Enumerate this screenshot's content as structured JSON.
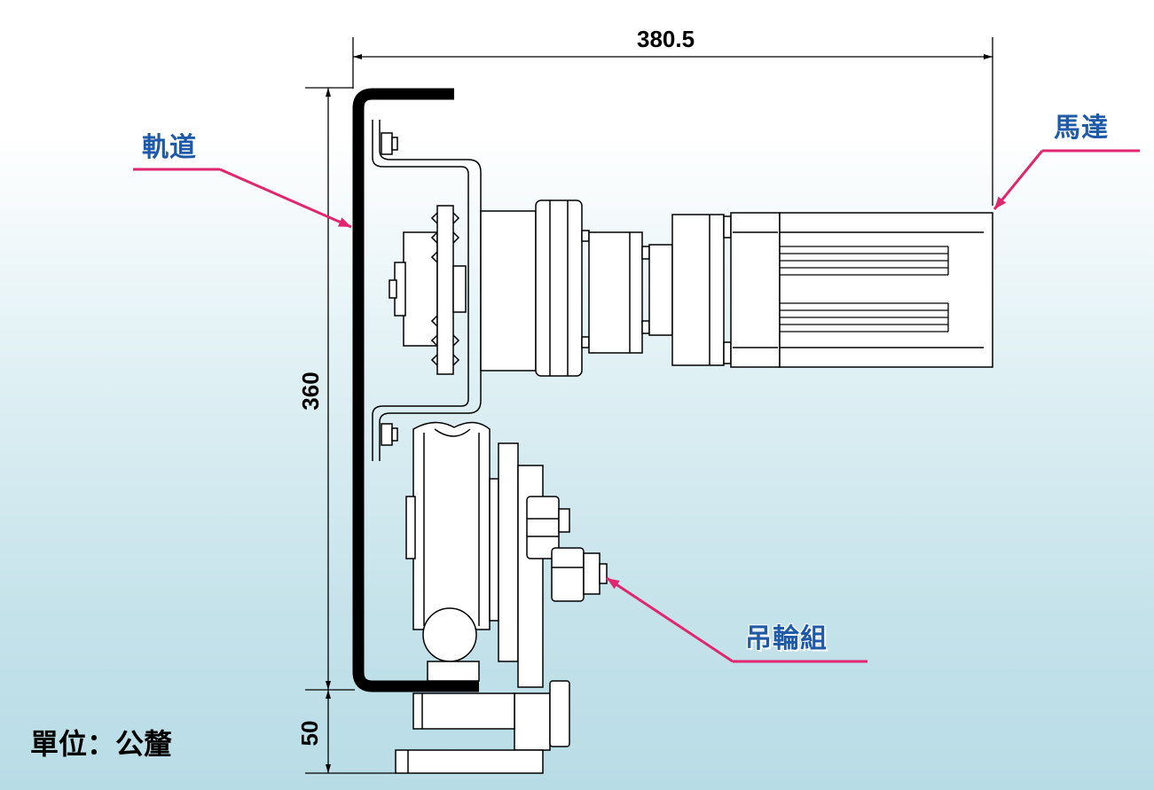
{
  "labels": {
    "rail": "軌道",
    "motor": "馬達",
    "wheel_assembly": "吊輪組"
  },
  "dimensions": {
    "width": "380.5",
    "height": "360",
    "base": "50"
  },
  "units": "單位：公釐",
  "colors": {
    "label_text": "#1e5aa8",
    "leader_line": "#e0266e",
    "line_art": "#000000"
  }
}
